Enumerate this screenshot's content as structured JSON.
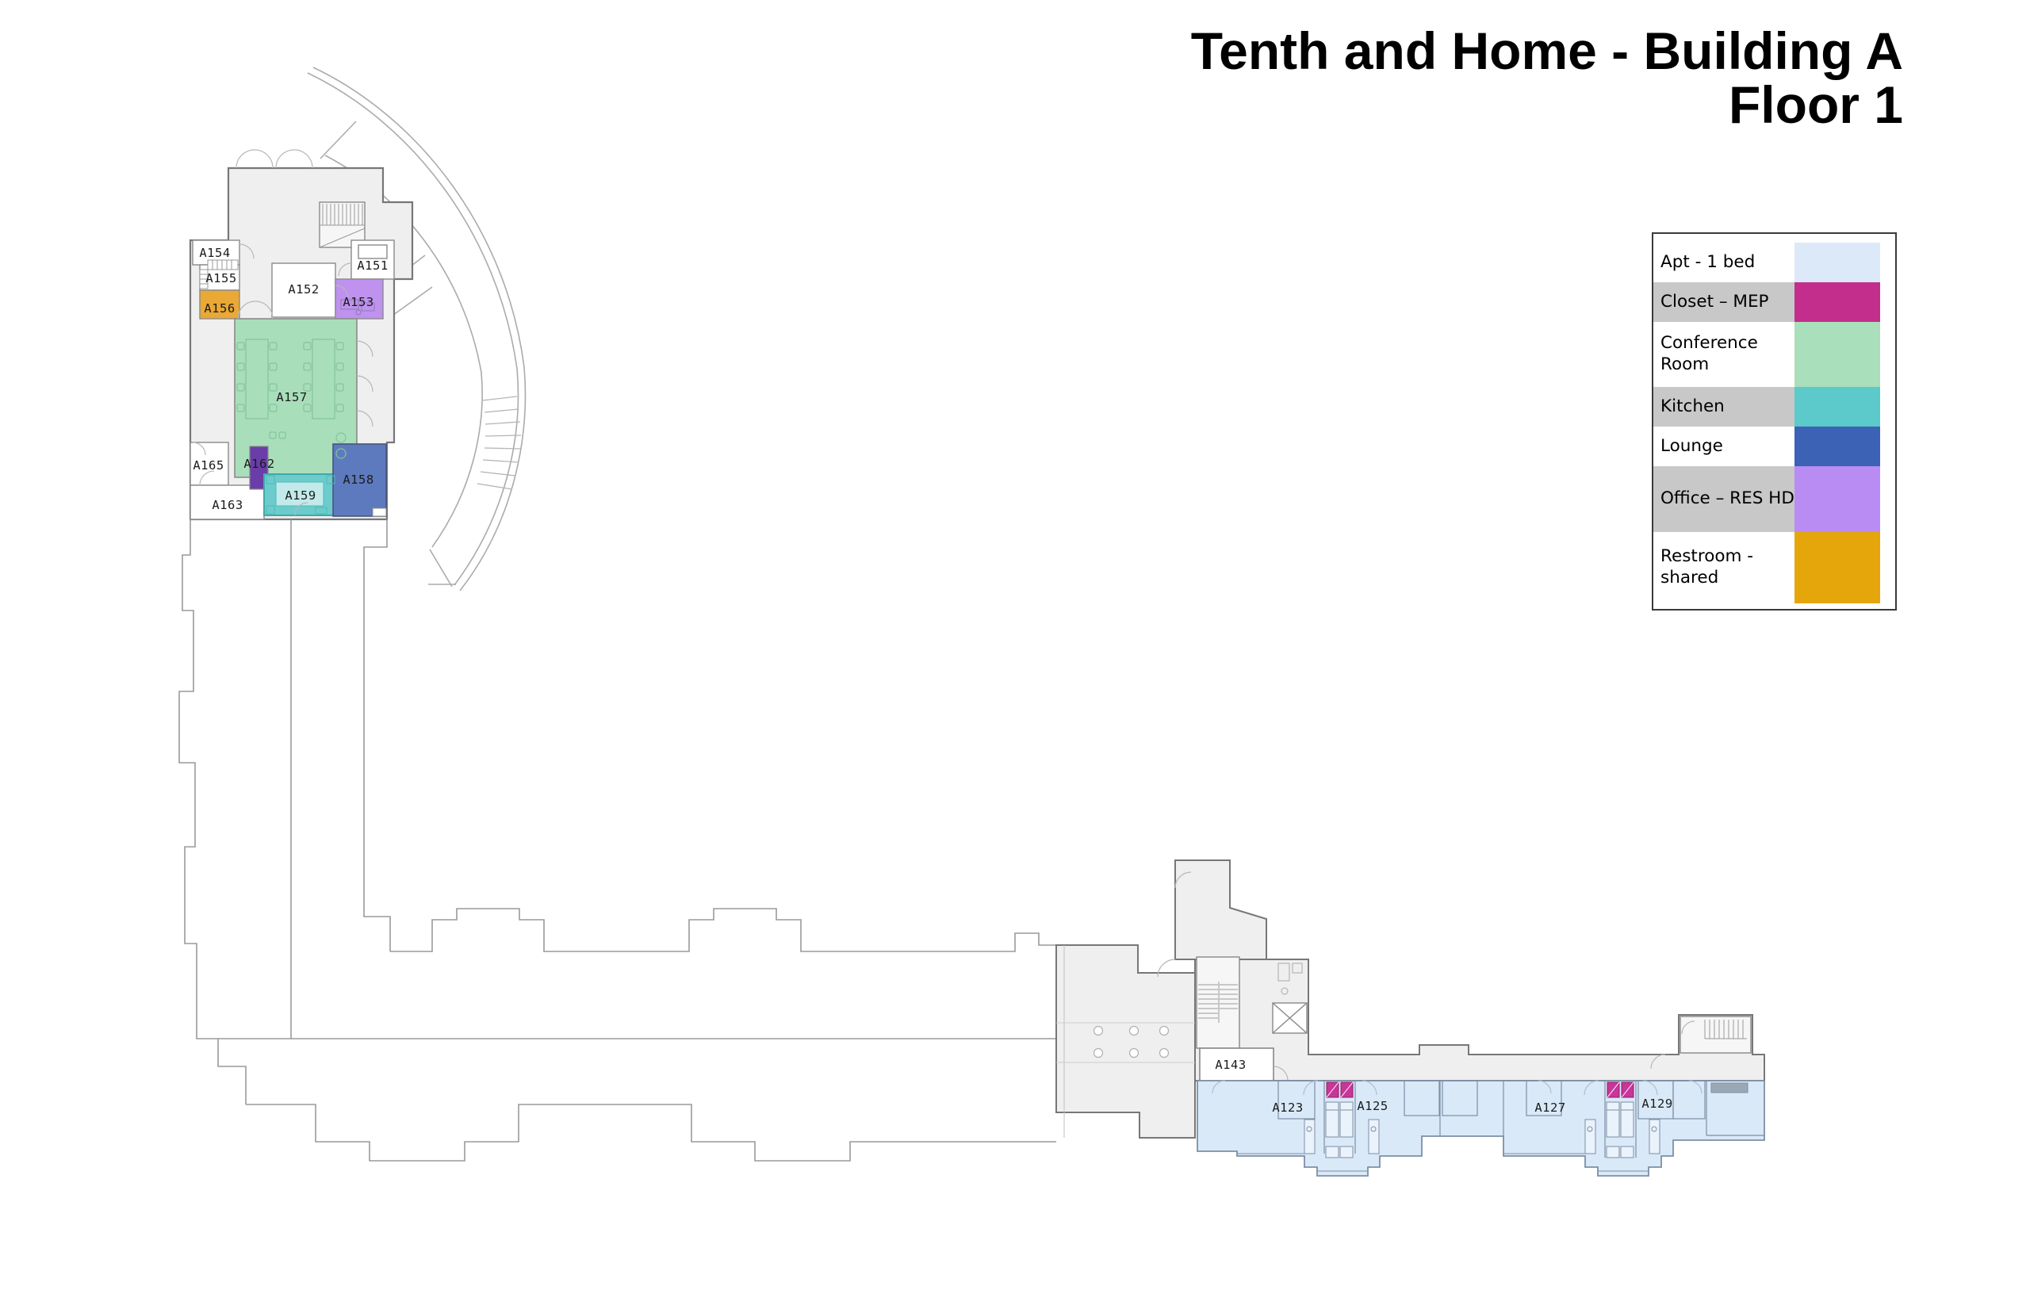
{
  "title": {
    "line1": "Tenth and Home - Building A",
    "line2": "Floor 1"
  },
  "legend": {
    "items": [
      {
        "line1": "Apt - 1 bed",
        "line2": "",
        "color": "#DCE9F8",
        "shaded": false
      },
      {
        "line1": "Closet – MEP",
        "line2": "",
        "color": "#C32E8D",
        "shaded": true
      },
      {
        "line1": "Conference",
        "line2": "Room",
        "color": "#A9DFBA",
        "shaded": false
      },
      {
        "line1": "Kitchen",
        "line2": "",
        "color": "#5CC9CA",
        "shaded": true
      },
      {
        "line1": "Lounge",
        "line2": "",
        "color": "#3C62B5",
        "shaded": false
      },
      {
        "line1": "Office – RES HD",
        "line2": "",
        "color": "#B98CF3",
        "shaded": true
      },
      {
        "line1": "Restroom -",
        "line2": "shared",
        "color": "#E5A60C",
        "shaded": false
      }
    ]
  },
  "rooms": {
    "a151": "A151",
    "a152": "A152",
    "a153": "A153",
    "a154": "A154",
    "a155": "A155",
    "a156": "A156",
    "a157": "A157",
    "a158": "A158",
    "a159": "A159",
    "a162": "A162",
    "a163": "A163",
    "a165": "A165",
    "a143": "A143",
    "a123": "A123",
    "a125": "A125",
    "a127": "A127",
    "a129": "A129"
  },
  "colors": {
    "apt_room": "#D9E9F8",
    "closet_room": "#C9359A",
    "conference_room": "#A9DEBB",
    "kitchen_room": "#6CCCCC",
    "kitchen_inner": "#C2EAEA",
    "lounge_room": "#5E7ABE",
    "office_room": "#BE92EE",
    "office_dark_room": "#6A3DA8",
    "restroom_room": "#EAA834",
    "common_area": "#EFEFEF",
    "stair_room": "#F6F6F6",
    "legend_row_shade": "#C8C8C8",
    "wall_dark": "#6E6E6E",
    "wall_light": "#9A9A9A"
  }
}
